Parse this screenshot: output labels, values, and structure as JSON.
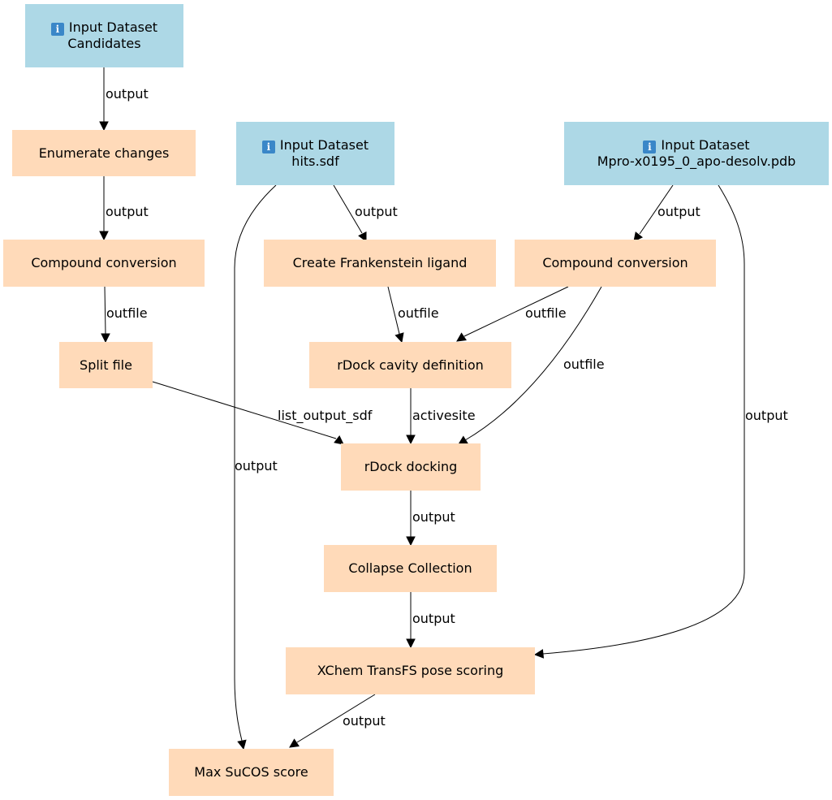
{
  "colors": {
    "input_node": "#add8e6",
    "tool_node": "#ffdab9",
    "edge": "#000000"
  },
  "nodes": {
    "input_candidates": {
      "icon": "info-icon",
      "title": "Input Dataset",
      "subtitle": "Candidates"
    },
    "input_hits": {
      "icon": "info-icon",
      "title": "Input Dataset",
      "subtitle": "hits.sdf"
    },
    "input_mpro": {
      "icon": "info-icon",
      "title": "Input Dataset",
      "subtitle": "Mpro-x0195_0_apo-desolv.pdb"
    },
    "enumerate_changes": {
      "label": "Enumerate changes"
    },
    "compound_conversion_1": {
      "label": "Compound conversion"
    },
    "split_file": {
      "label": "Split file"
    },
    "create_frankenstein": {
      "label": "Create Frankenstein ligand"
    },
    "compound_conversion_2": {
      "label": "Compound conversion"
    },
    "rdock_cavity": {
      "label": "rDock cavity definition"
    },
    "rdock_docking": {
      "label": "rDock docking"
    },
    "collapse_collection": {
      "label": "Collapse Collection"
    },
    "xchem_transfs": {
      "label": "XChem TransFS pose scoring"
    },
    "max_sucos": {
      "label": "Max SuCOS score"
    }
  },
  "edges": [
    {
      "id": "e1",
      "from": "input_candidates",
      "to": "enumerate_changes",
      "label": "output"
    },
    {
      "id": "e2",
      "from": "enumerate_changes",
      "to": "compound_conversion_1",
      "label": "output"
    },
    {
      "id": "e3",
      "from": "compound_conversion_1",
      "to": "split_file",
      "label": "outfile"
    },
    {
      "id": "e4",
      "from": "input_hits",
      "to": "create_frankenstein",
      "label": "output"
    },
    {
      "id": "e5",
      "from": "input_mpro",
      "to": "compound_conversion_2",
      "label": "output"
    },
    {
      "id": "e6",
      "from": "create_frankenstein",
      "to": "rdock_cavity",
      "label": "outfile"
    },
    {
      "id": "e7",
      "from": "compound_conversion_2",
      "to": "rdock_cavity",
      "label": "outfile"
    },
    {
      "id": "e8",
      "from": "compound_conversion_2",
      "to": "rdock_docking",
      "label": "outfile"
    },
    {
      "id": "e9",
      "from": "split_file",
      "to": "rdock_docking",
      "label": "list_output_sdf"
    },
    {
      "id": "e10",
      "from": "rdock_cavity",
      "to": "rdock_docking",
      "label": "activesite"
    },
    {
      "id": "e11",
      "from": "input_hits",
      "to": "max_sucos",
      "label": "output"
    },
    {
      "id": "e12",
      "from": "input_mpro",
      "to": "xchem_transfs",
      "label": "output"
    },
    {
      "id": "e13",
      "from": "rdock_docking",
      "to": "collapse_collection",
      "label": "output"
    },
    {
      "id": "e14",
      "from": "collapse_collection",
      "to": "xchem_transfs",
      "label": "output"
    },
    {
      "id": "e15",
      "from": "xchem_transfs",
      "to": "max_sucos",
      "label": "output"
    }
  ]
}
